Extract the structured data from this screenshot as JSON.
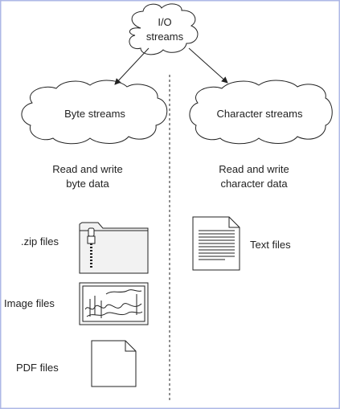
{
  "diagram": {
    "root": {
      "line1": "I/O",
      "line2": "streams"
    },
    "byte": {
      "title": "Byte streams",
      "desc_line1": "Read and write",
      "desc_line2": "byte data",
      "files": {
        "zip": ".zip files",
        "image": "Image files",
        "pdf": "PDF files"
      }
    },
    "char": {
      "title": "Character streams",
      "desc_line1": "Read and write",
      "desc_line2": "character data",
      "files": {
        "text": "Text files"
      }
    }
  },
  "colors": {
    "border": "#aeb8e6",
    "ink": "#222222",
    "folder": "#f2f2f2"
  }
}
